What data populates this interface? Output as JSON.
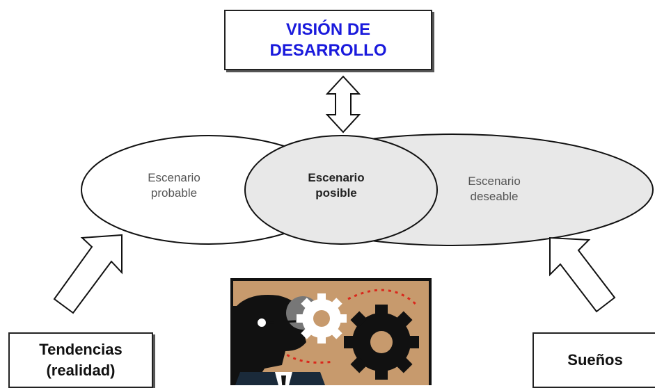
{
  "title": "VISIÓN DE\nDESARROLLO",
  "scenarios": {
    "probable": "Escenario\nprobable",
    "posible": "Escenario\nposible",
    "deseable": "Escenario\ndeseable"
  },
  "left_box": "Tendencias\n(realidad)",
  "right_box": "Sueños",
  "colors": {
    "title": "#1a1adc",
    "overlap_fill": "#e8e8e8",
    "illustration_bg": "#c79a6d"
  }
}
